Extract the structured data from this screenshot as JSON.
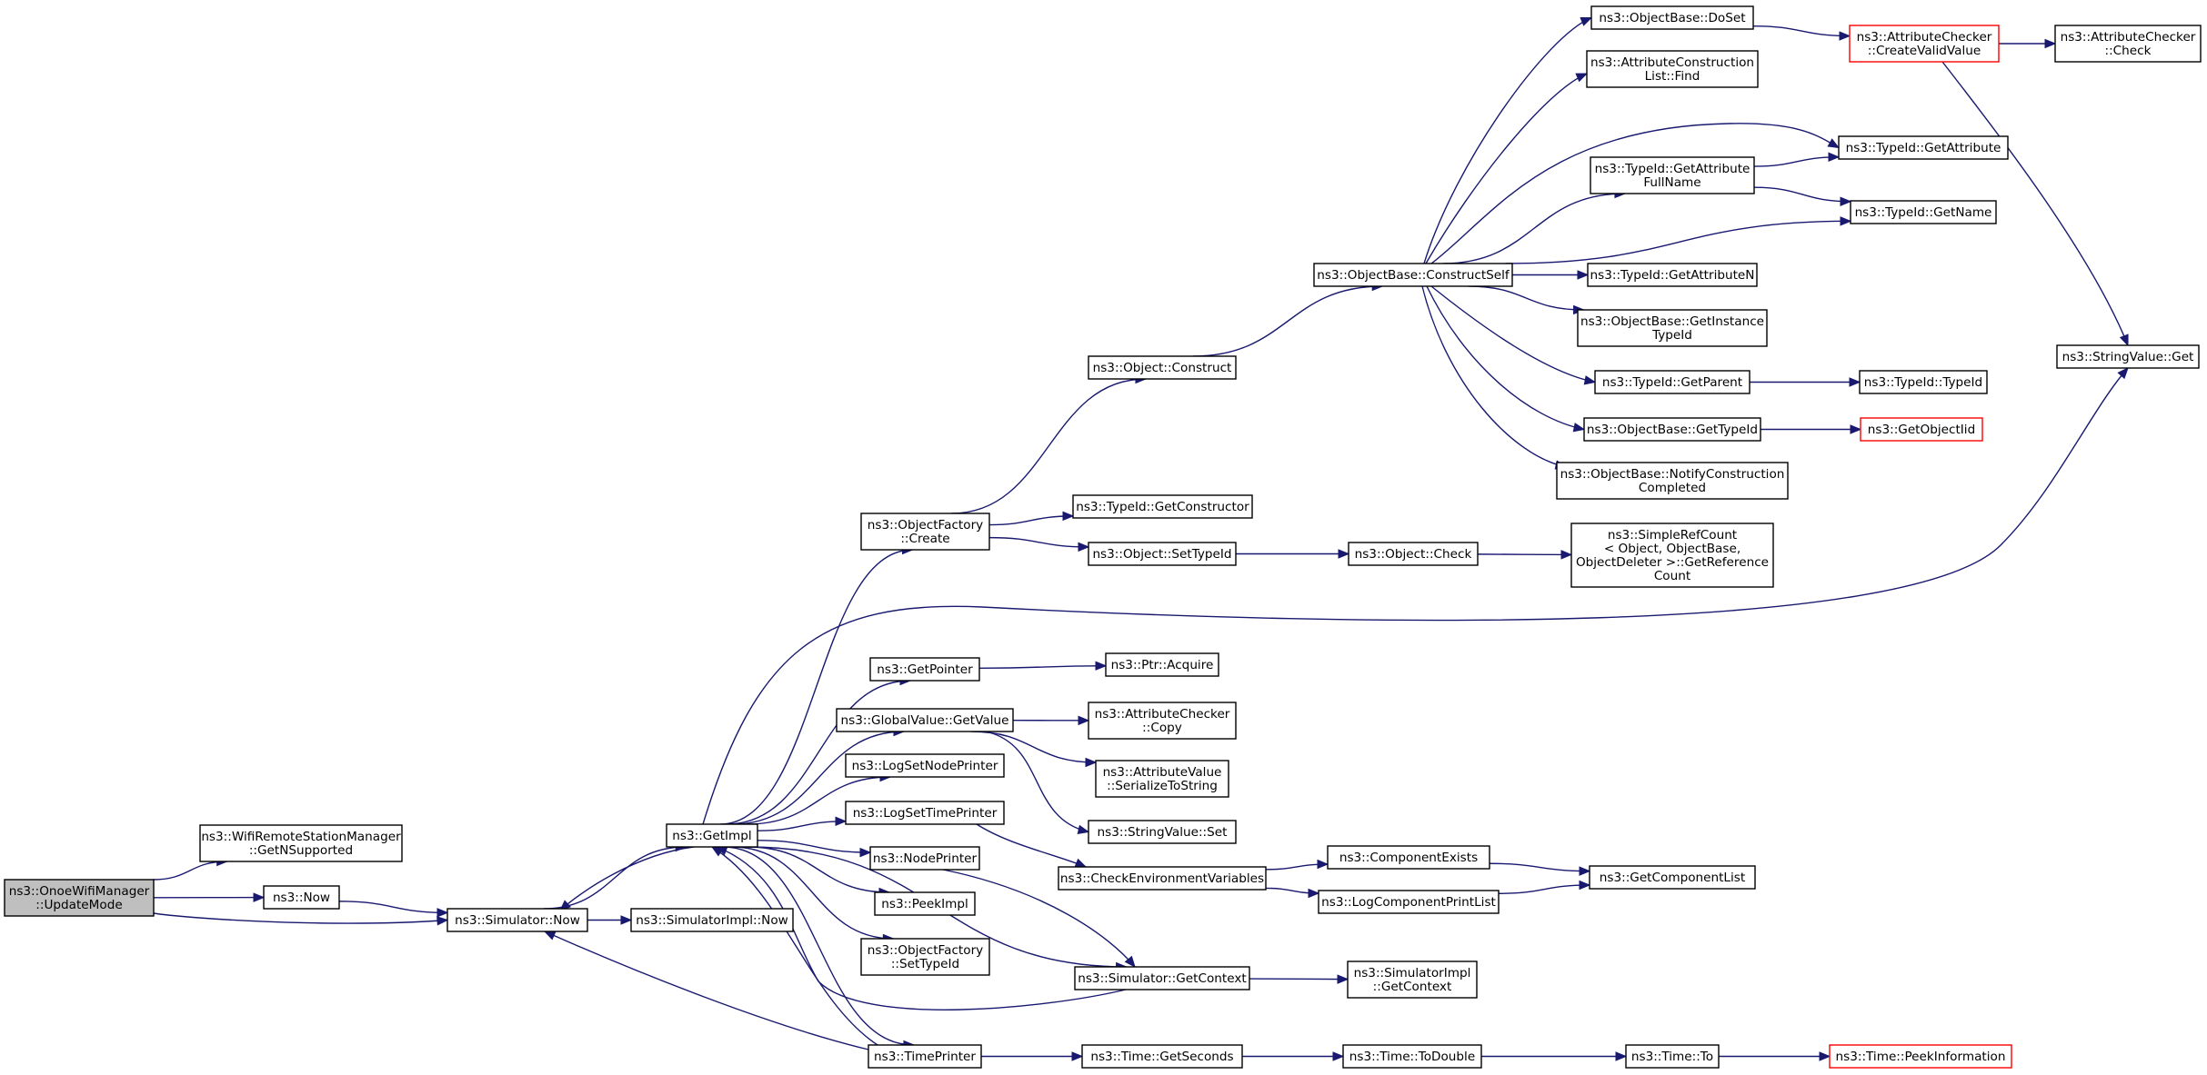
{
  "graph": {
    "colors": {
      "edge": "#191970",
      "node_border": "#000000",
      "truncated_border": "#ff0000",
      "root_fill": "#bfbfbf",
      "background": "#ffffff"
    },
    "nodes": [
      {
        "id": "root",
        "lines": [
          "ns3::OnoeWifiManager",
          "::UpdateMode"
        ],
        "style": "root"
      },
      {
        "id": "getnsup",
        "lines": [
          "ns3::WifiRemoteStationManager",
          "::GetNSupported"
        ]
      },
      {
        "id": "now",
        "lines": [
          "ns3::Now"
        ]
      },
      {
        "id": "simnow",
        "lines": [
          "ns3::Simulator::Now"
        ]
      },
      {
        "id": "getimpl",
        "lines": [
          "ns3::GetImpl"
        ]
      },
      {
        "id": "simimplnow",
        "lines": [
          "ns3::SimulatorImpl::Now"
        ]
      },
      {
        "id": "ofcreate",
        "lines": [
          "ns3::ObjectFactory",
          "::Create"
        ]
      },
      {
        "id": "getpointer",
        "lines": [
          "ns3::GetPointer"
        ]
      },
      {
        "id": "gvgetvalue",
        "lines": [
          "ns3::GlobalValue::GetValue"
        ]
      },
      {
        "id": "lognode",
        "lines": [
          "ns3::LogSetNodePrinter"
        ]
      },
      {
        "id": "logtime",
        "lines": [
          "ns3::LogSetTimePrinter"
        ]
      },
      {
        "id": "nodeprinter",
        "lines": [
          "ns3::NodePrinter"
        ]
      },
      {
        "id": "peekimpl",
        "lines": [
          "ns3::PeekImpl"
        ]
      },
      {
        "id": "ofsettypeid",
        "lines": [
          "ns3::ObjectFactory",
          "::SetTypeId"
        ]
      },
      {
        "id": "timeprinter",
        "lines": [
          "ns3::TimePrinter"
        ]
      },
      {
        "id": "objconstruct",
        "lines": [
          "ns3::Object::Construct"
        ]
      },
      {
        "id": "getconstructor",
        "lines": [
          "ns3::TypeId::GetConstructor"
        ]
      },
      {
        "id": "objsettypeid",
        "lines": [
          "ns3::Object::SetTypeId"
        ]
      },
      {
        "id": "ptracquire",
        "lines": [
          "ns3::Ptr::Acquire"
        ]
      },
      {
        "id": "accopy",
        "lines": [
          "ns3::AttributeChecker",
          "::Copy"
        ]
      },
      {
        "id": "avserialize",
        "lines": [
          "ns3::AttributeValue",
          "::SerializeToString"
        ]
      },
      {
        "id": "svset",
        "lines": [
          "ns3::StringValue::Set"
        ]
      },
      {
        "id": "checkenv",
        "lines": [
          "ns3::CheckEnvironmentVariables"
        ]
      },
      {
        "id": "simgetcontext",
        "lines": [
          "ns3::Simulator::GetContext"
        ]
      },
      {
        "id": "getseconds",
        "lines": [
          "ns3::Time::GetSeconds"
        ]
      },
      {
        "id": "constructself",
        "lines": [
          "ns3::ObjectBase::ConstructSelf"
        ]
      },
      {
        "id": "objcheck",
        "lines": [
          "ns3::Object::Check"
        ]
      },
      {
        "id": "compexists",
        "lines": [
          "ns3::ComponentExists"
        ]
      },
      {
        "id": "logcompprint",
        "lines": [
          "ns3::LogComponentPrintList"
        ]
      },
      {
        "id": "simimplgetcontext",
        "lines": [
          "ns3::SimulatorImpl",
          "::GetContext"
        ]
      },
      {
        "id": "todouble",
        "lines": [
          "ns3::Time::ToDouble"
        ]
      },
      {
        "id": "doset",
        "lines": [
          "ns3::ObjectBase::DoSet"
        ]
      },
      {
        "id": "aclfind",
        "lines": [
          "ns3::AttributeConstruction",
          "List::Find"
        ]
      },
      {
        "id": "getattrfullname",
        "lines": [
          "ns3::TypeId::GetAttribute",
          "FullName"
        ]
      },
      {
        "id": "getattributen",
        "lines": [
          "ns3::TypeId::GetAttributeN"
        ]
      },
      {
        "id": "getinstancetypeid",
        "lines": [
          "ns3::ObjectBase::GetInstance",
          "TypeId"
        ]
      },
      {
        "id": "getparent",
        "lines": [
          "ns3::TypeId::GetParent"
        ]
      },
      {
        "id": "obgettypeid",
        "lines": [
          "ns3::ObjectBase::GetTypeId"
        ]
      },
      {
        "id": "notifyconstruction",
        "lines": [
          "ns3::ObjectBase::NotifyConstruction",
          "Completed"
        ]
      },
      {
        "id": "simplerefcount",
        "lines": [
          "ns3::SimpleRefCount",
          "< Object, ObjectBase,",
          "ObjectDeleter >::GetReference",
          "Count"
        ]
      },
      {
        "id": "getcomplist",
        "lines": [
          "ns3::GetComponentList"
        ]
      },
      {
        "id": "timeto",
        "lines": [
          "ns3::Time::To"
        ]
      },
      {
        "id": "createvalid",
        "lines": [
          "ns3::AttributeChecker",
          "::CreateValidValue"
        ],
        "style": "truncated"
      },
      {
        "id": "getattribute",
        "lines": [
          "ns3::TypeId::GetAttribute"
        ]
      },
      {
        "id": "getname",
        "lines": [
          "ns3::TypeId::GetName"
        ]
      },
      {
        "id": "typeidtypeid",
        "lines": [
          "ns3::TypeId::TypeId"
        ]
      },
      {
        "id": "getobjectiid",
        "lines": [
          "ns3::GetObjectIid"
        ],
        "style": "truncated"
      },
      {
        "id": "peekinfo",
        "lines": [
          "ns3::Time::PeekInformation"
        ],
        "style": "truncated"
      },
      {
        "id": "accheck",
        "lines": [
          "ns3::AttributeChecker",
          "::Check"
        ]
      },
      {
        "id": "svget",
        "lines": [
          "ns3::StringValue::Get"
        ]
      }
    ],
    "edges": [
      [
        "root",
        "getnsup"
      ],
      [
        "root",
        "now"
      ],
      [
        "root",
        "simnow"
      ],
      [
        "now",
        "simnow"
      ],
      [
        "simnow",
        "getimpl"
      ],
      [
        "simnow",
        "simimplnow"
      ],
      [
        "getimpl",
        "ofcreate"
      ],
      [
        "getimpl",
        "svget"
      ],
      [
        "getimpl",
        "getpointer"
      ],
      [
        "getimpl",
        "gvgetvalue"
      ],
      [
        "getimpl",
        "lognode"
      ],
      [
        "getimpl",
        "logtime"
      ],
      [
        "getimpl",
        "nodeprinter"
      ],
      [
        "getimpl",
        "peekimpl"
      ],
      [
        "getimpl",
        "ofsettypeid"
      ],
      [
        "getimpl",
        "timeprinter"
      ],
      [
        "getimpl",
        "simgetcontext"
      ],
      [
        "getimpl",
        "simnow"
      ],
      [
        "ofcreate",
        "objconstruct"
      ],
      [
        "ofcreate",
        "getconstructor"
      ],
      [
        "ofcreate",
        "objsettypeid"
      ],
      [
        "objconstruct",
        "constructself"
      ],
      [
        "objsettypeid",
        "objcheck"
      ],
      [
        "objcheck",
        "simplerefcount"
      ],
      [
        "getpointer",
        "ptracquire"
      ],
      [
        "gvgetvalue",
        "accopy"
      ],
      [
        "gvgetvalue",
        "avserialize"
      ],
      [
        "gvgetvalue",
        "svset"
      ],
      [
        "logtime",
        "checkenv"
      ],
      [
        "checkenv",
        "compexists"
      ],
      [
        "checkenv",
        "logcompprint"
      ],
      [
        "compexists",
        "getcomplist"
      ],
      [
        "logcompprint",
        "getcomplist"
      ],
      [
        "nodeprinter",
        "simgetcontext"
      ],
      [
        "simgetcontext",
        "simimplgetcontext"
      ],
      [
        "simgetcontext",
        "getimpl"
      ],
      [
        "timeprinter",
        "getseconds"
      ],
      [
        "timeprinter",
        "simnow"
      ],
      [
        "timeprinter",
        "getimpl"
      ],
      [
        "getseconds",
        "todouble"
      ],
      [
        "todouble",
        "timeto"
      ],
      [
        "timeto",
        "peekinfo"
      ],
      [
        "constructself",
        "doset"
      ],
      [
        "constructself",
        "aclfind"
      ],
      [
        "constructself",
        "getattribute"
      ],
      [
        "constructself",
        "getattrfullname"
      ],
      [
        "constructself",
        "getname"
      ],
      [
        "constructself",
        "getattributen"
      ],
      [
        "constructself",
        "getinstancetypeid"
      ],
      [
        "constructself",
        "getparent"
      ],
      [
        "constructself",
        "obgettypeid"
      ],
      [
        "constructself",
        "notifyconstruction"
      ],
      [
        "doset",
        "createvalid"
      ],
      [
        "createvalid",
        "accheck"
      ],
      [
        "createvalid",
        "svget"
      ],
      [
        "getattrfullname",
        "getattribute"
      ],
      [
        "getattrfullname",
        "getname"
      ],
      [
        "getparent",
        "typeidtypeid"
      ],
      [
        "obgettypeid",
        "getobjectiid"
      ]
    ]
  }
}
